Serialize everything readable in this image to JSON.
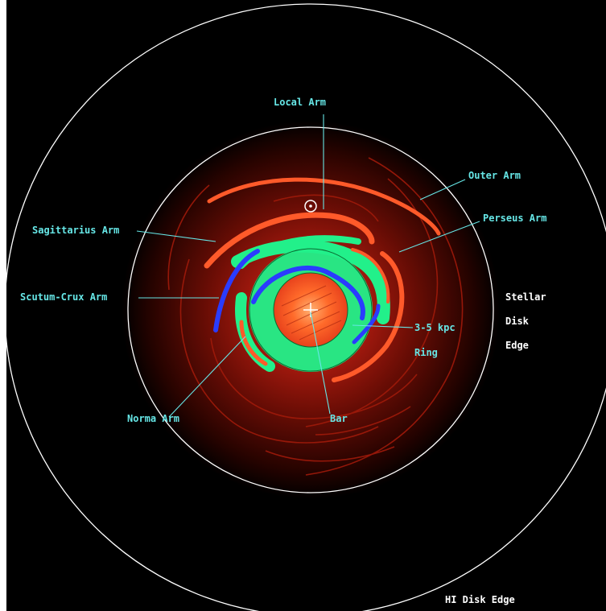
{
  "labels": {
    "local_arm": "Local Arm",
    "outer_arm": "Outer Arm",
    "perseus_arm": "Perseus Arm",
    "sagittarius_arm": "Sagittarius Arm",
    "scutum_crux_arm": "Scutum-Crux Arm",
    "norma_arm": "Norma Arm",
    "bar": "Bar",
    "ring_line1": "3-5 kpc",
    "ring_line2": "Ring",
    "stellar_line1": "Stellar",
    "stellar_line2": "Disk",
    "stellar_line3": "Edge",
    "hi_disk_edge": "HI Disk Edge"
  },
  "colors": {
    "label": "#66e6e6",
    "leader": "#66e6e6",
    "disk_edge": "#ffffff",
    "red_arm": "#ff5a2a",
    "blue_arm": "#2a3cff",
    "green_band": "#22f08a",
    "background": "#000000"
  },
  "icons": {
    "sun": "sun-symbol-icon",
    "center": "galactic-center-crosshair-icon"
  }
}
